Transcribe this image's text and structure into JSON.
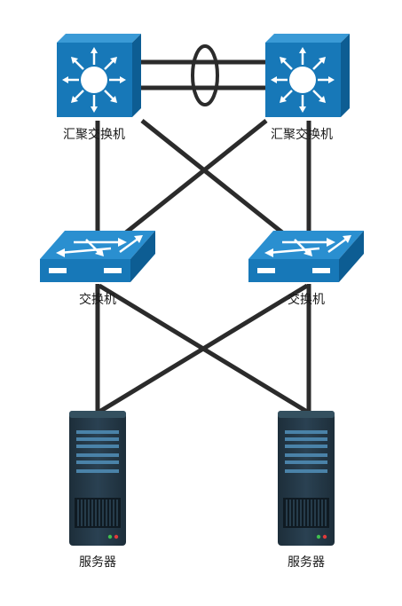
{
  "nodes": {
    "aggregation_left": {
      "label": "汇聚交换机",
      "icon": "layer3-switch-icon"
    },
    "aggregation_right": {
      "label": "汇聚交换机",
      "icon": "layer3-switch-icon"
    },
    "access_left": {
      "label": "交换机",
      "icon": "workgroup-switch-icon"
    },
    "access_right": {
      "label": "交换机",
      "icon": "workgroup-switch-icon"
    },
    "server_left": {
      "label": "服务器",
      "icon": "server-tower-icon"
    },
    "server_right": {
      "label": "服务器",
      "icon": "server-tower-icon"
    }
  },
  "colors": {
    "device_blue": "#1778b8",
    "device_blue_dark": "#0d5d93",
    "device_blue_light": "#3a9ad6",
    "link": "#2b2b2b",
    "server_body": "#243847",
    "server_dark": "#16242f",
    "server_slot": "#3f6f92"
  }
}
